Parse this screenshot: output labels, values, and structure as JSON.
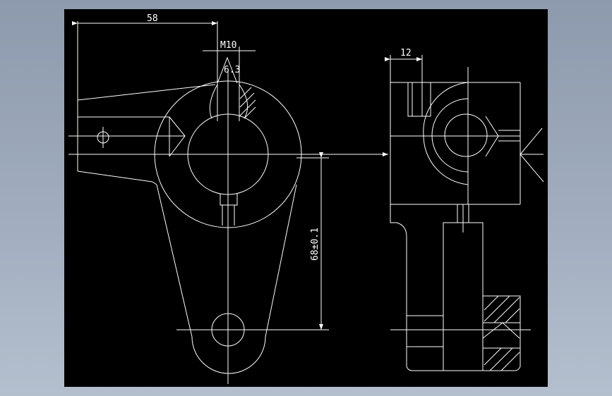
{
  "drawing": {
    "background": "#000000",
    "line_color": "#ffffff",
    "dimensions": {
      "width_58": "58",
      "thread_m10": "M10",
      "depth_6_3": "6.3",
      "width_12": "12",
      "center_distance": "68±0.1"
    }
  }
}
